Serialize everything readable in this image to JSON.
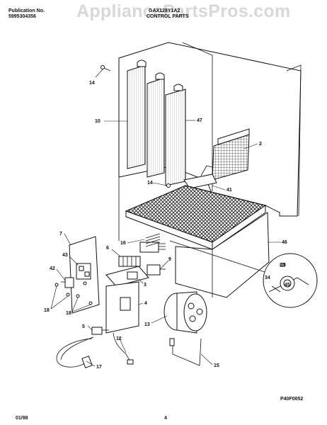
{
  "header": {
    "publication_label": "Publication No.",
    "publication_number": "5995304356",
    "model": "GAX128Y1A2",
    "section_title": "CONTROL PARTS"
  },
  "watermark": "AppliancePartsPros.com",
  "callouts": {
    "c14a": "14",
    "c10": "10",
    "c47": "47",
    "c2": "2",
    "c14b": "14",
    "c41": "41",
    "c16a": "16",
    "c46": "46",
    "c7": "7",
    "c6": "6",
    "c43": "43",
    "c42": "42",
    "c18a": "18",
    "c18b": "18",
    "c9": "9",
    "c3": "3",
    "c4": "4",
    "c5": "5",
    "c12": "12",
    "c13": "13",
    "c17": "17",
    "c15": "15",
    "c35": "35",
    "c34": "34",
    "c45": "45"
  },
  "footer": {
    "date": "01/98",
    "page": "4",
    "figure_code": "P40F0052"
  }
}
